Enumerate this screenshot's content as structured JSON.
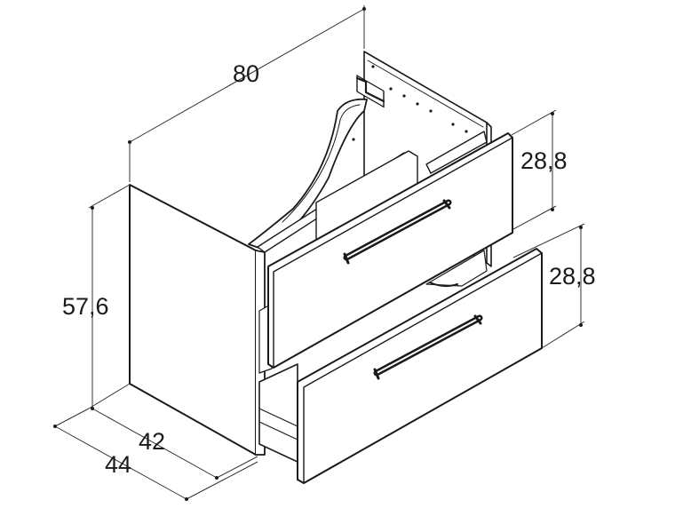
{
  "dimensions": {
    "width": "80",
    "height": "57,6",
    "depth_outer": "44",
    "depth_inner": "42",
    "drawer_top_height": "28,8",
    "drawer_bottom_height": "28,8"
  },
  "colors": {
    "line": "#1a1a1a",
    "dim_line": "#333333",
    "fill": "#ffffff",
    "handle": "#1a1a1a"
  }
}
